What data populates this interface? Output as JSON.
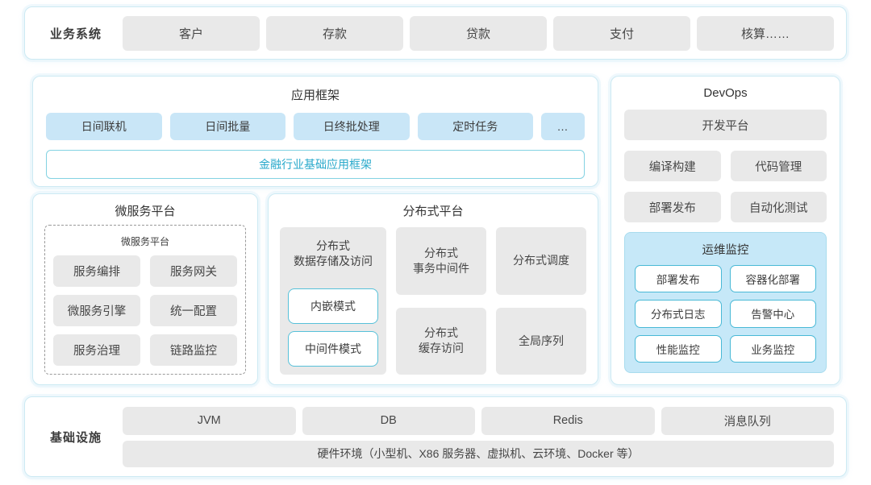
{
  "colors": {
    "accent_text": "#28a9cb",
    "panel_border": "#cdeaf3",
    "module_blue": "#c9e6f7",
    "box_gray": "#e9e9e9",
    "ops_monitor_bg": "#c6e8f8",
    "cyan_box_border": "#57c1d9"
  },
  "business_systems": {
    "label": "业务系统",
    "items": [
      "客户",
      "存款",
      "贷款",
      "支付",
      "核算……"
    ]
  },
  "app_framework": {
    "title": "应用框架",
    "modules": [
      "日间联机",
      "日间批量",
      "日终批处理",
      "定时任务",
      "…"
    ],
    "base": "金融行业基础应用框架"
  },
  "microservice_platform": {
    "title": "微服务平台",
    "inner_title": "微服务平台",
    "items": [
      "服务编排",
      "服务网关",
      "微服务引擎",
      "统一配置",
      "服务治理",
      "链路监控"
    ]
  },
  "distributed_platform": {
    "title": "分布式平台",
    "storage": {
      "title": "分布式\n数据存储及访问",
      "modes": [
        "内嵌模式",
        "中间件模式"
      ]
    },
    "cells": [
      "分布式\n事务中间件",
      "分布式调度",
      "分布式\n缓存访问",
      "全局序列"
    ]
  },
  "devops": {
    "title": "DevOps",
    "dev_platform": "开发平台",
    "tools": [
      "编译构建",
      "代码管理",
      "部署发布",
      "自动化测试"
    ],
    "ops_monitor": {
      "title": "运维监控",
      "items": [
        "部署发布",
        "容器化部署",
        "分布式日志",
        "告警中心",
        "性能监控",
        "业务监控"
      ]
    }
  },
  "infrastructure": {
    "label": "基础设施",
    "items": [
      "JVM",
      "DB",
      "Redis",
      "消息队列"
    ],
    "hardware": "硬件环境（小型机、X86 服务器、虚拟机、云环境、Docker 等）"
  }
}
